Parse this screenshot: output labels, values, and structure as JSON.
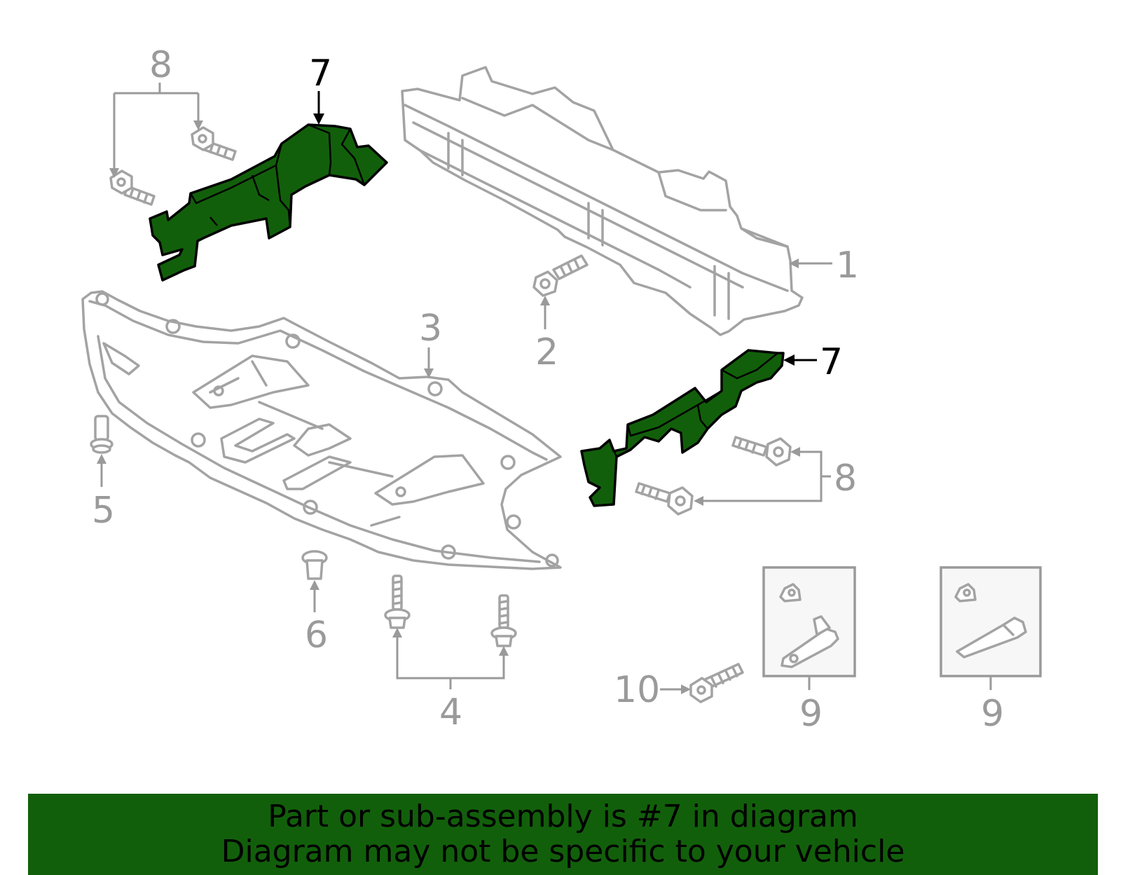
{
  "callouts": {
    "c1": "1",
    "c2": "2",
    "c3": "3",
    "c4": "4",
    "c5": "5",
    "c6": "6",
    "c7_top": "7",
    "c7_right": "7",
    "c8_top": "8",
    "c8_right": "8",
    "c9_left": "9",
    "c9_right": "9",
    "c10": "10"
  },
  "highlight_part": "7",
  "colors": {
    "highlight_fill": "#125f0b",
    "highlight_outline": "#000000",
    "part_lines": "#a3a3a3",
    "callout_text": "#9a9a9a",
    "banner_bg": "#125f0b"
  },
  "banner": {
    "line1": "Part or sub-assembly is #7 in diagram",
    "line2": "Diagram may not be specific to your vehicle"
  }
}
